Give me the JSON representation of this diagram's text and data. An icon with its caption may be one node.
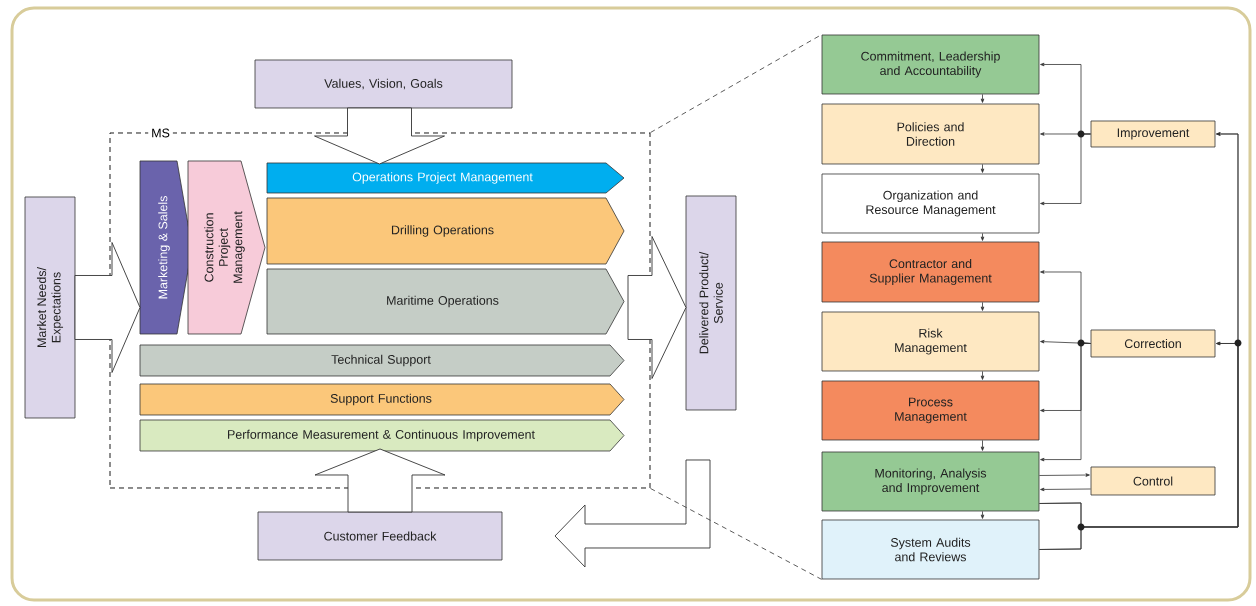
{
  "diagram": {
    "nodes": [
      {
        "text": [
          "Values, Vision, Goals"
        ]
      },
      {
        "text": [
          "MS"
        ]
      },
      {
        "text": [
          "Marketing & Salels"
        ],
        "in": 1
      },
      {
        "text": [
          "Construction Project Management"
        ],
        "in": 1
      },
      {
        "text": [
          "Operations Project Management"
        ],
        "in": 1
      },
      {
        "text": [
          "Drilling Operations"
        ],
        "in": 1
      },
      {
        "text": [
          "Maritime Operations"
        ],
        "in": 1
      },
      {
        "text": [
          "Technical Support"
        ],
        "in": 1
      },
      {
        "text": [
          "Support Functions"
        ],
        "in": 1
      },
      {
        "text": [
          "Performance Measurement & Continuous Improvement"
        ],
        "in": 1
      },
      {
        "text": [
          "Market Needs/ Expectations"
        ]
      },
      {
        "text": [
          "Delivered Product/ Service"
        ]
      },
      {
        "text": [
          "Customer Feedback"
        ]
      },
      {
        "text": [
          "Commitment, Leadership and Accountability"
        ]
      },
      {
        "text": [
          "Policies and Direction"
        ]
      },
      {
        "text": [
          "Organization and Resource Management"
        ]
      },
      {
        "text": [
          "Contractor and Supplier Management"
        ]
      },
      {
        "text": [
          "Risk Management"
        ]
      },
      {
        "text": [
          "Process Management"
        ]
      },
      {
        "text": [
          "Monitoring, Analysis and Improvement"
        ]
      },
      {
        "text": [
          "System Audits and Reviews"
        ]
      },
      {
        "text": [
          "Improvement"
        ]
      },
      {
        "text": [
          "Correction"
        ]
      },
      {
        "text": [
          "Control"
        ]
      }
    ],
    "edges": [
      {
        "from": 0,
        "to": 1,
        "arrow": "to",
        "style": "thick"
      },
      {
        "from": 10,
        "to": 1,
        "arrow": "to",
        "style": "thick"
      },
      {
        "from": 1,
        "to": 11,
        "arrow": "to",
        "style": "thick"
      },
      {
        "from": 12,
        "to": 1,
        "arrow": "to",
        "style": "thick"
      },
      {
        "from": 11,
        "to": 12,
        "arrow": "to",
        "style": "thick"
      },
      {
        "from": 13,
        "to": 14,
        "arrow": "to"
      },
      {
        "from": 14,
        "to": 15,
        "arrow": "to"
      },
      {
        "from": 15,
        "to": 16,
        "arrow": "to"
      },
      {
        "from": 16,
        "to": 17,
        "arrow": "to"
      },
      {
        "from": 17,
        "to": 18,
        "arrow": "to"
      },
      {
        "from": 18,
        "to": 19,
        "arrow": "to"
      },
      {
        "from": 19,
        "to": 20,
        "arrow": "to"
      },
      {
        "from": 21,
        "to": 13,
        "arrow": "to"
      },
      {
        "from": 21,
        "to": 14,
        "arrow": "to"
      },
      {
        "from": 21,
        "to": 15,
        "arrow": "to"
      },
      {
        "from": 22,
        "to": 16,
        "arrow": "to"
      },
      {
        "from": 22,
        "to": 17,
        "arrow": "to"
      },
      {
        "from": 22,
        "to": 18,
        "arrow": "to"
      },
      {
        "from": 22,
        "to": 19,
        "arrow": "to"
      },
      {
        "from": 19,
        "to": 23,
        "arrow": "to"
      },
      {
        "from": 23,
        "to": 19,
        "arrow": "to"
      },
      {
        "from": 19,
        "to": 21,
        "arrow": "to"
      },
      {
        "from": 19,
        "to": 22,
        "arrow": "to"
      },
      {
        "from": 20,
        "to": 21,
        "arrow": "to"
      },
      {
        "from": 20,
        "to": 22,
        "arrow": "to"
      },
      {
        "from": 1,
        "to": 13,
        "arrow": "none",
        "style": "dashed"
      },
      {
        "from": 1,
        "to": 20,
        "arrow": "none",
        "style": "dashed"
      }
    ]
  }
}
